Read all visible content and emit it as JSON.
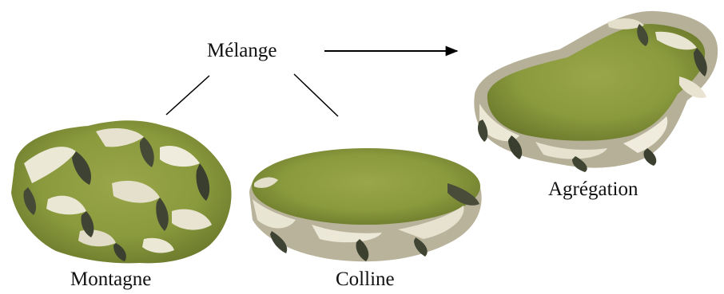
{
  "labels": {
    "blend": "Mélange",
    "mountain": "Montagne",
    "hill": "Colline",
    "aggregation": "Agrégation"
  },
  "colors": {
    "grass_light": "#9aa64a",
    "grass_mid": "#7c8b33",
    "grass_dark": "#5d6a24",
    "rock_light": "#efecdd",
    "rock_mid": "#c9c5b0",
    "rock_shadow": "#3e4232",
    "line": "#000000"
  }
}
